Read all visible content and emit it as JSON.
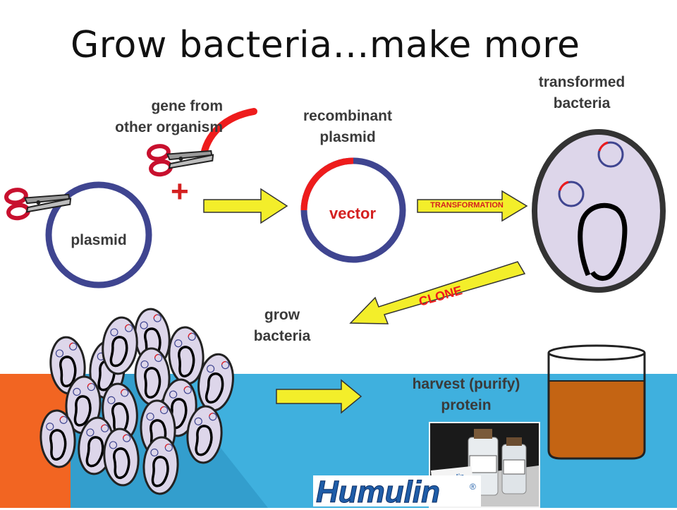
{
  "title": "Grow bacteria…make more",
  "labels": {
    "gene": "gene from\nother organism",
    "plasmid": "plasmid",
    "recombinant": "recombinant\nplasmid",
    "vector": "vector",
    "transformed": "transformed\nbacteria",
    "transformation": "TRANSFORMATION",
    "clone": "CLONE",
    "grow": "grow\nbacteria",
    "harvest": "harvest (purify)\nprotein",
    "plus": "+"
  },
  "logo": {
    "text": "Humulin",
    "mark": "®"
  },
  "photo": {
    "vial_label": "Humulin"
  },
  "colors": {
    "plasmid_blue": "#3f4590",
    "gene_red": "#ee1c1c",
    "cell_fill": "#ddd6ea",
    "arrow_yellow": "#f3ee2a",
    "liquid_brown": "#c46413",
    "band_orange": "#f26522",
    "band_blue": "#3fb0de",
    "logo_blue": "#1f5da8"
  }
}
